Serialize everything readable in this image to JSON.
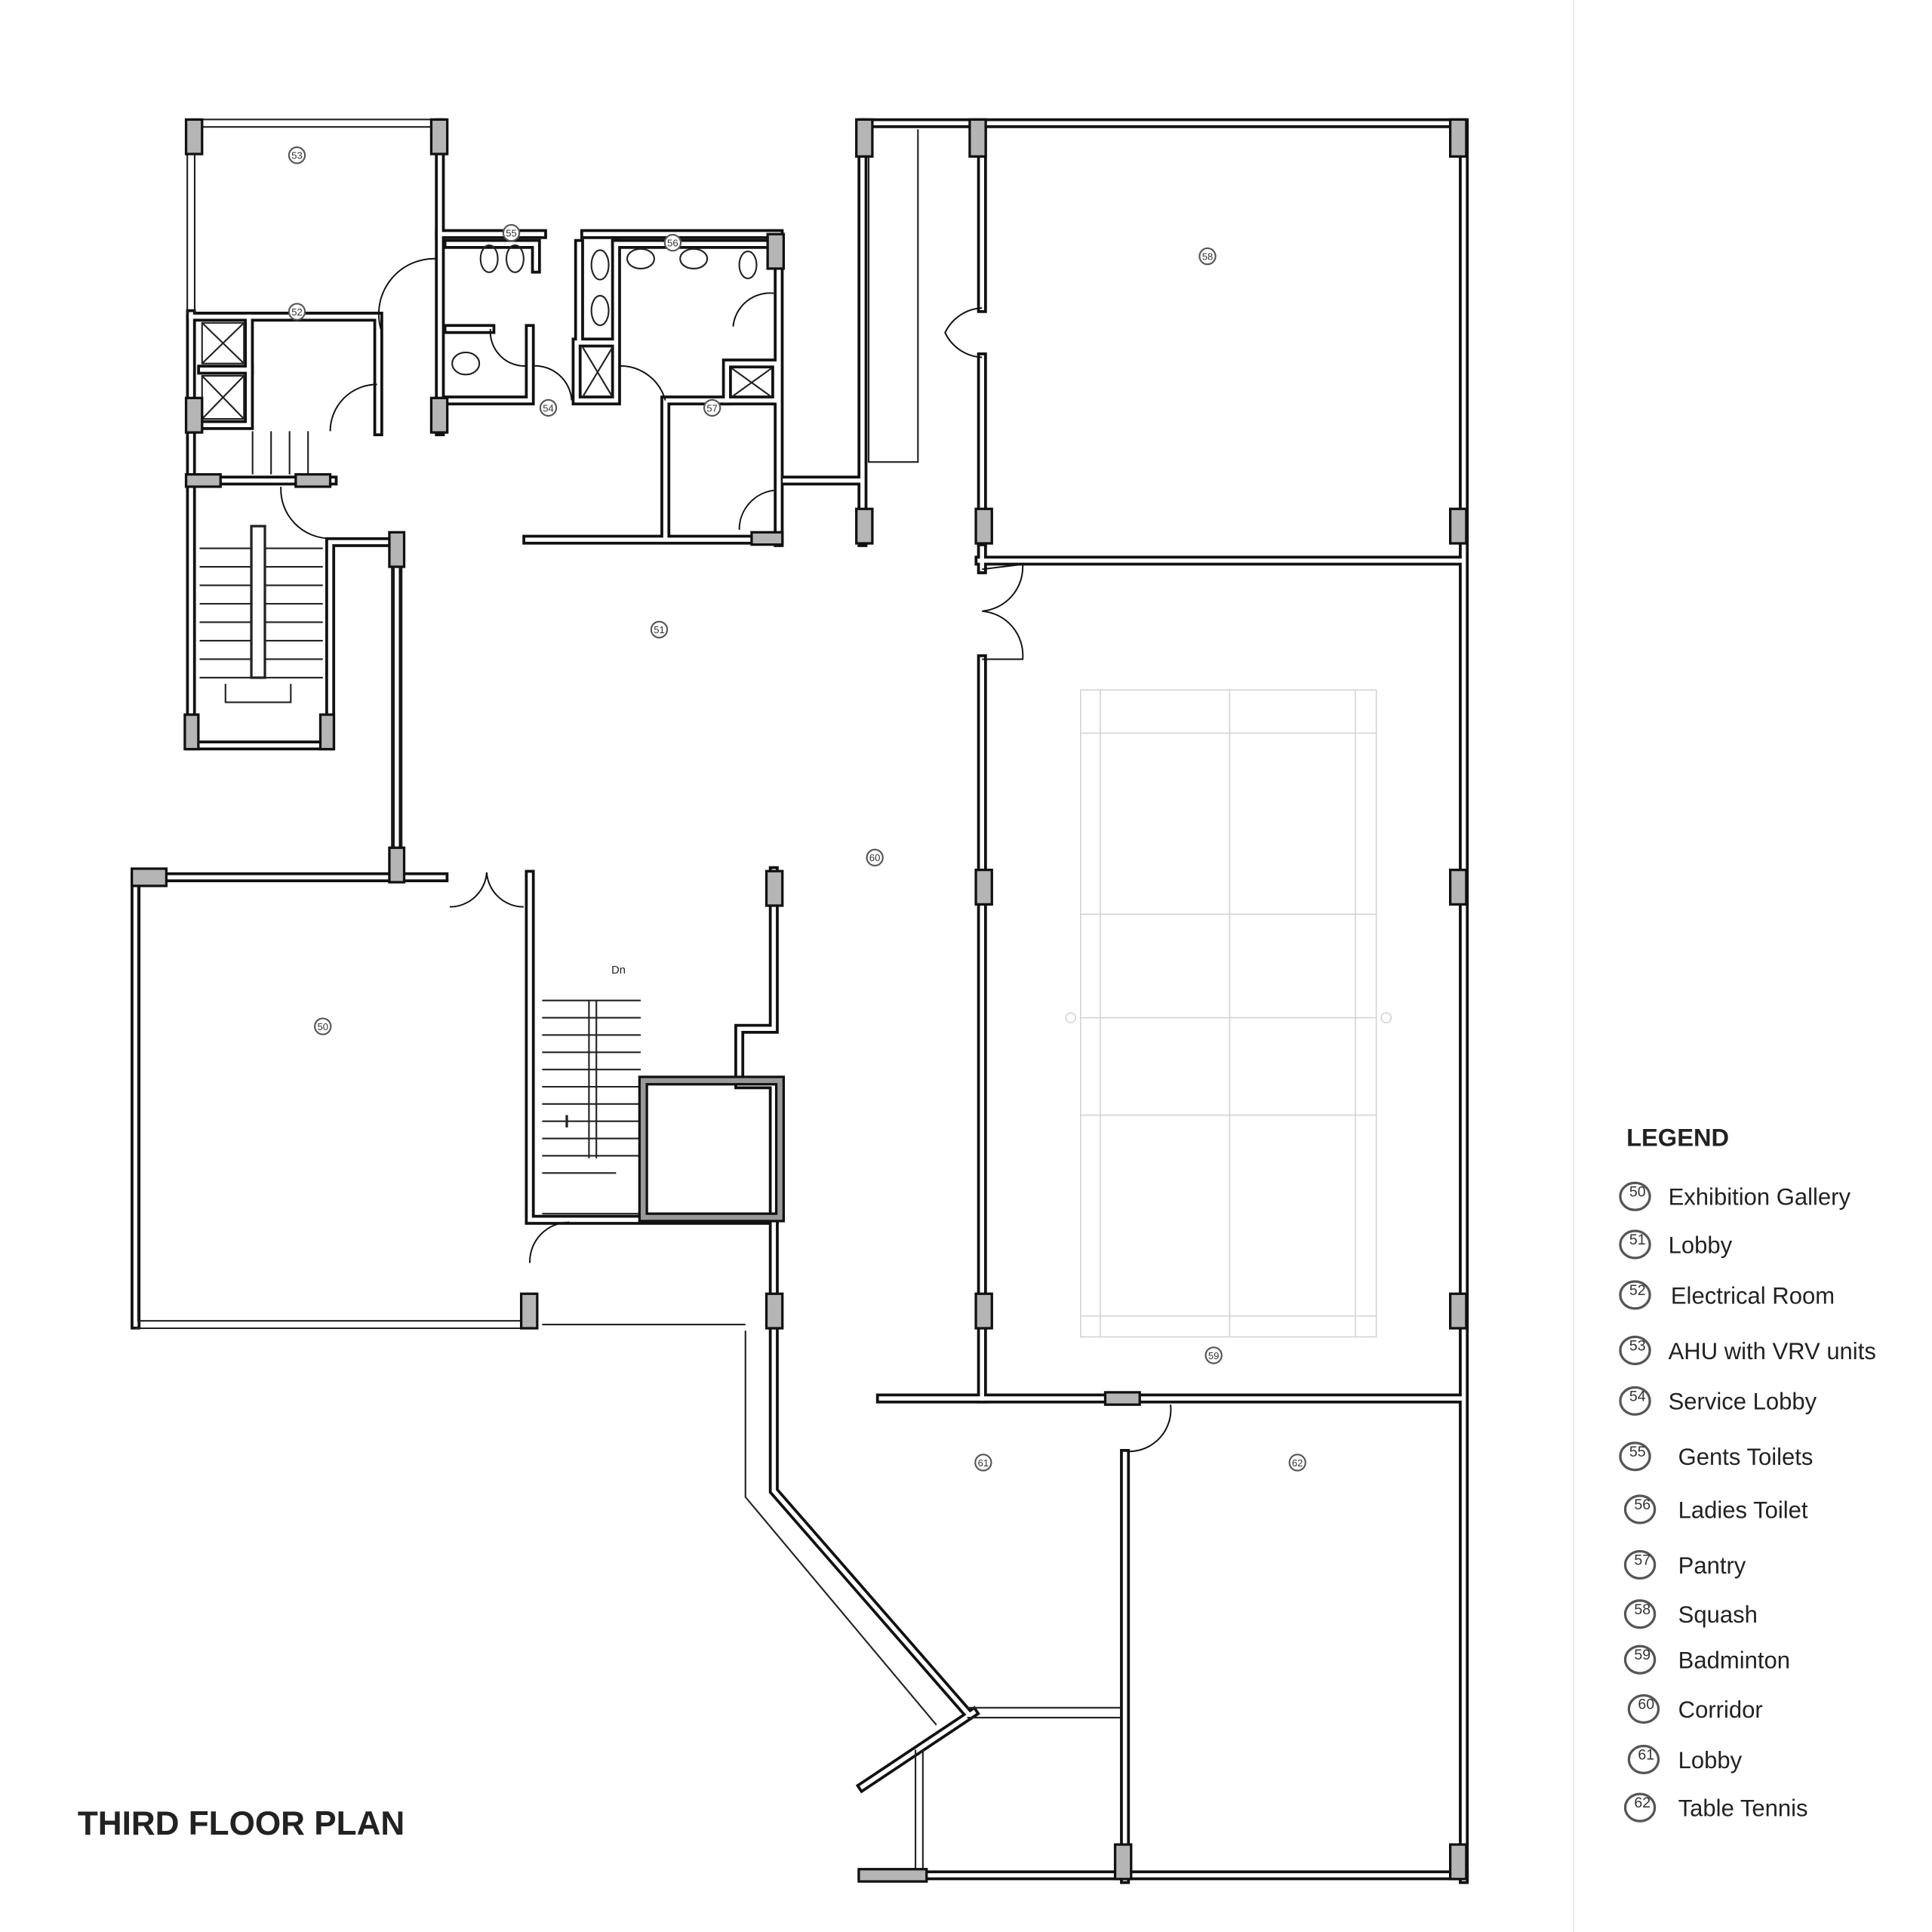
{
  "title": "THIRD FLOOR PLAN",
  "stair_label": "Dn",
  "room_tags": {
    "r50": "50",
    "r51": "51",
    "r52": "52",
    "r53": "53",
    "r54": "54",
    "r55": "55",
    "r56": "56",
    "r57": "57",
    "r58": "58",
    "r59": "59",
    "r60": "60",
    "r61": "61",
    "r62": "62"
  },
  "legend": {
    "heading": "LEGEND",
    "items": [
      {
        "num": "50",
        "label": "Exhibition Gallery"
      },
      {
        "num": "51",
        "label": "Lobby"
      },
      {
        "num": "52",
        "label": "Electrical Room"
      },
      {
        "num": "53",
        "label": "AHU with VRV units"
      },
      {
        "num": "54",
        "label": "Service Lobby"
      },
      {
        "num": "55",
        "label": "Gents Toilets"
      },
      {
        "num": "56",
        "label": "Ladies Toilet"
      },
      {
        "num": "57",
        "label": "Pantry"
      },
      {
        "num": "58",
        "label": "Squash"
      },
      {
        "num": "59",
        "label": "Badminton"
      },
      {
        "num": "60",
        "label": "Corridor"
      },
      {
        "num": "61",
        "label": "Lobby"
      },
      {
        "num": "62",
        "label": "Table Tennis"
      }
    ]
  },
  "colors": {
    "wall": "#111111",
    "column": "#b5b5b5",
    "court": "#d4d4d4"
  }
}
